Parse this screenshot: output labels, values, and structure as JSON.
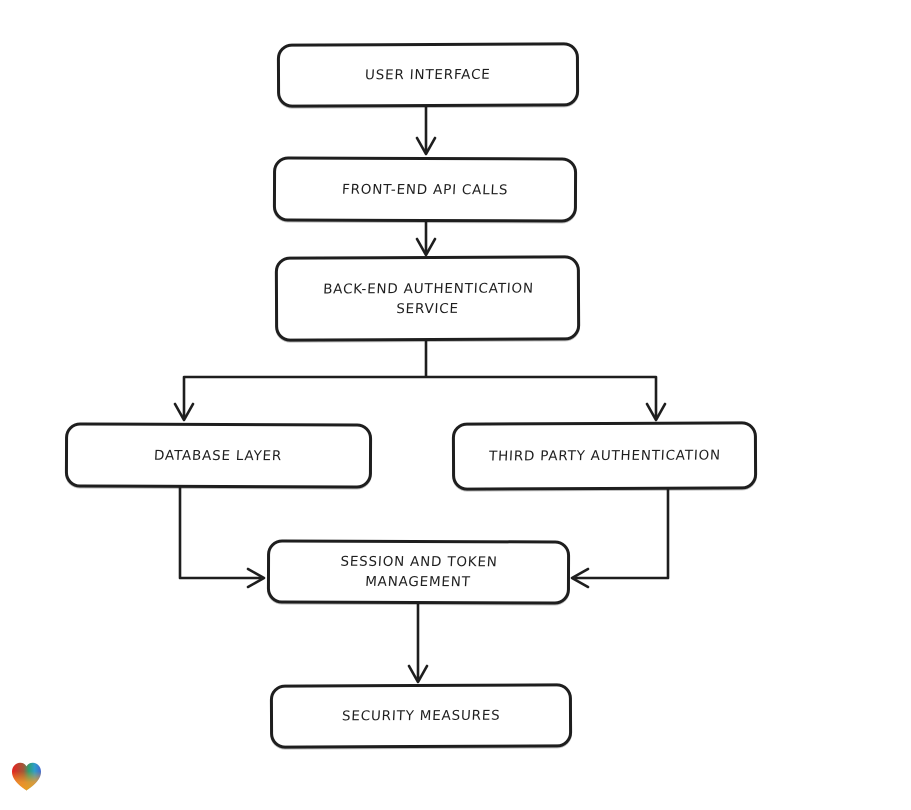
{
  "diagram": {
    "type": "flowchart",
    "background": "#ffffff",
    "stroke_color": "#1e1e1e",
    "node_fill": "#ffffff",
    "text_color": "#1f1f1f",
    "nodes": [
      {
        "id": "user-interface",
        "label": "USER INTERFACE"
      },
      {
        "id": "front-end-api-calls",
        "label": "FRONT-END API CALLS"
      },
      {
        "id": "back-end-authentication-service",
        "label": "BACK-END AUTHENTICATION SERVICE"
      },
      {
        "id": "database-layer",
        "label": "DATABASE LAYER"
      },
      {
        "id": "third-party-authentication",
        "label": "THIRD PARTY AUTHENTICATION"
      },
      {
        "id": "session-and-token-management",
        "label": "SESSION AND TOKEN MANAGEMENT"
      },
      {
        "id": "security-measures",
        "label": "SECURITY MEASURES"
      }
    ],
    "edges": [
      {
        "from": "user-interface",
        "to": "front-end-api-calls"
      },
      {
        "from": "front-end-api-calls",
        "to": "back-end-authentication-service"
      },
      {
        "from": "back-end-authentication-service",
        "to": "database-layer"
      },
      {
        "from": "back-end-authentication-service",
        "to": "third-party-authentication"
      },
      {
        "from": "database-layer",
        "to": "session-and-token-management"
      },
      {
        "from": "third-party-authentication",
        "to": "session-and-token-management"
      },
      {
        "from": "session-and-token-management",
        "to": "security-measures"
      }
    ]
  },
  "watermark": {
    "icon": "heart-logo",
    "colors": [
      "#e8211f",
      "#2e9e72",
      "#4468d0",
      "#f4a01e"
    ]
  }
}
